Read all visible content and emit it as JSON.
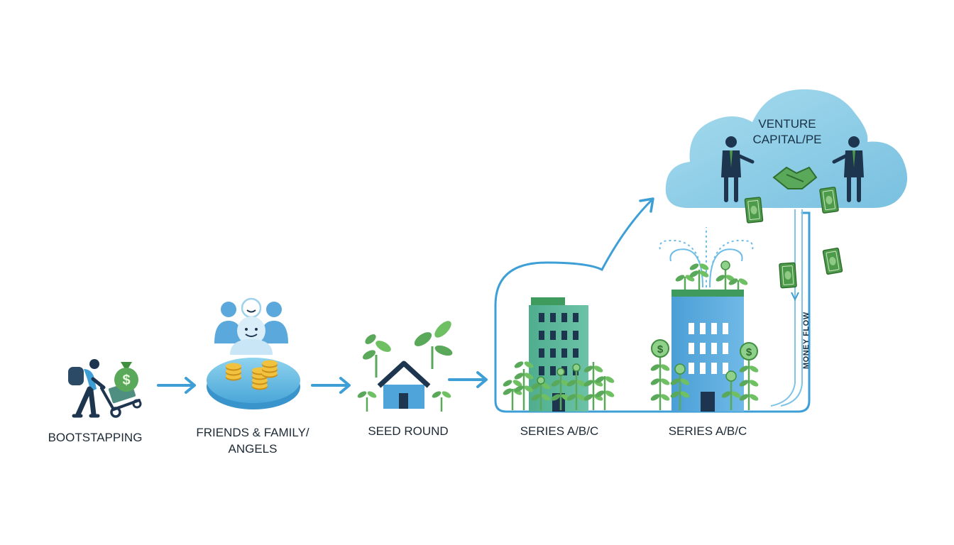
{
  "stages": [
    {
      "id": "bootstrapping",
      "label": "BOOTSTAPPING"
    },
    {
      "id": "friends",
      "label_line1": "FRIENDS & FAMILY/",
      "label_line2": "ANGELS"
    },
    {
      "id": "seed",
      "label": "SEED ROUND"
    },
    {
      "id": "series1",
      "label": "SERIES A/B/C"
    },
    {
      "id": "series2",
      "label": "SERIES A/B/C"
    }
  ],
  "vc": {
    "line1": "VENTURE",
    "line2": "CAPITAL/PE"
  },
  "money_flow": {
    "label": "MONEY FLOW"
  },
  "colors": {
    "blue_arrow": "#3d9fd6",
    "cloud": "#8ccfe6",
    "building_green": "#5bb59a",
    "building_blue": "#5aa8dc",
    "leaf": "#5aa85a",
    "navy": "#1e3550",
    "cash_green": "#4d9a4a",
    "coin_gold": "#e8b22c"
  }
}
